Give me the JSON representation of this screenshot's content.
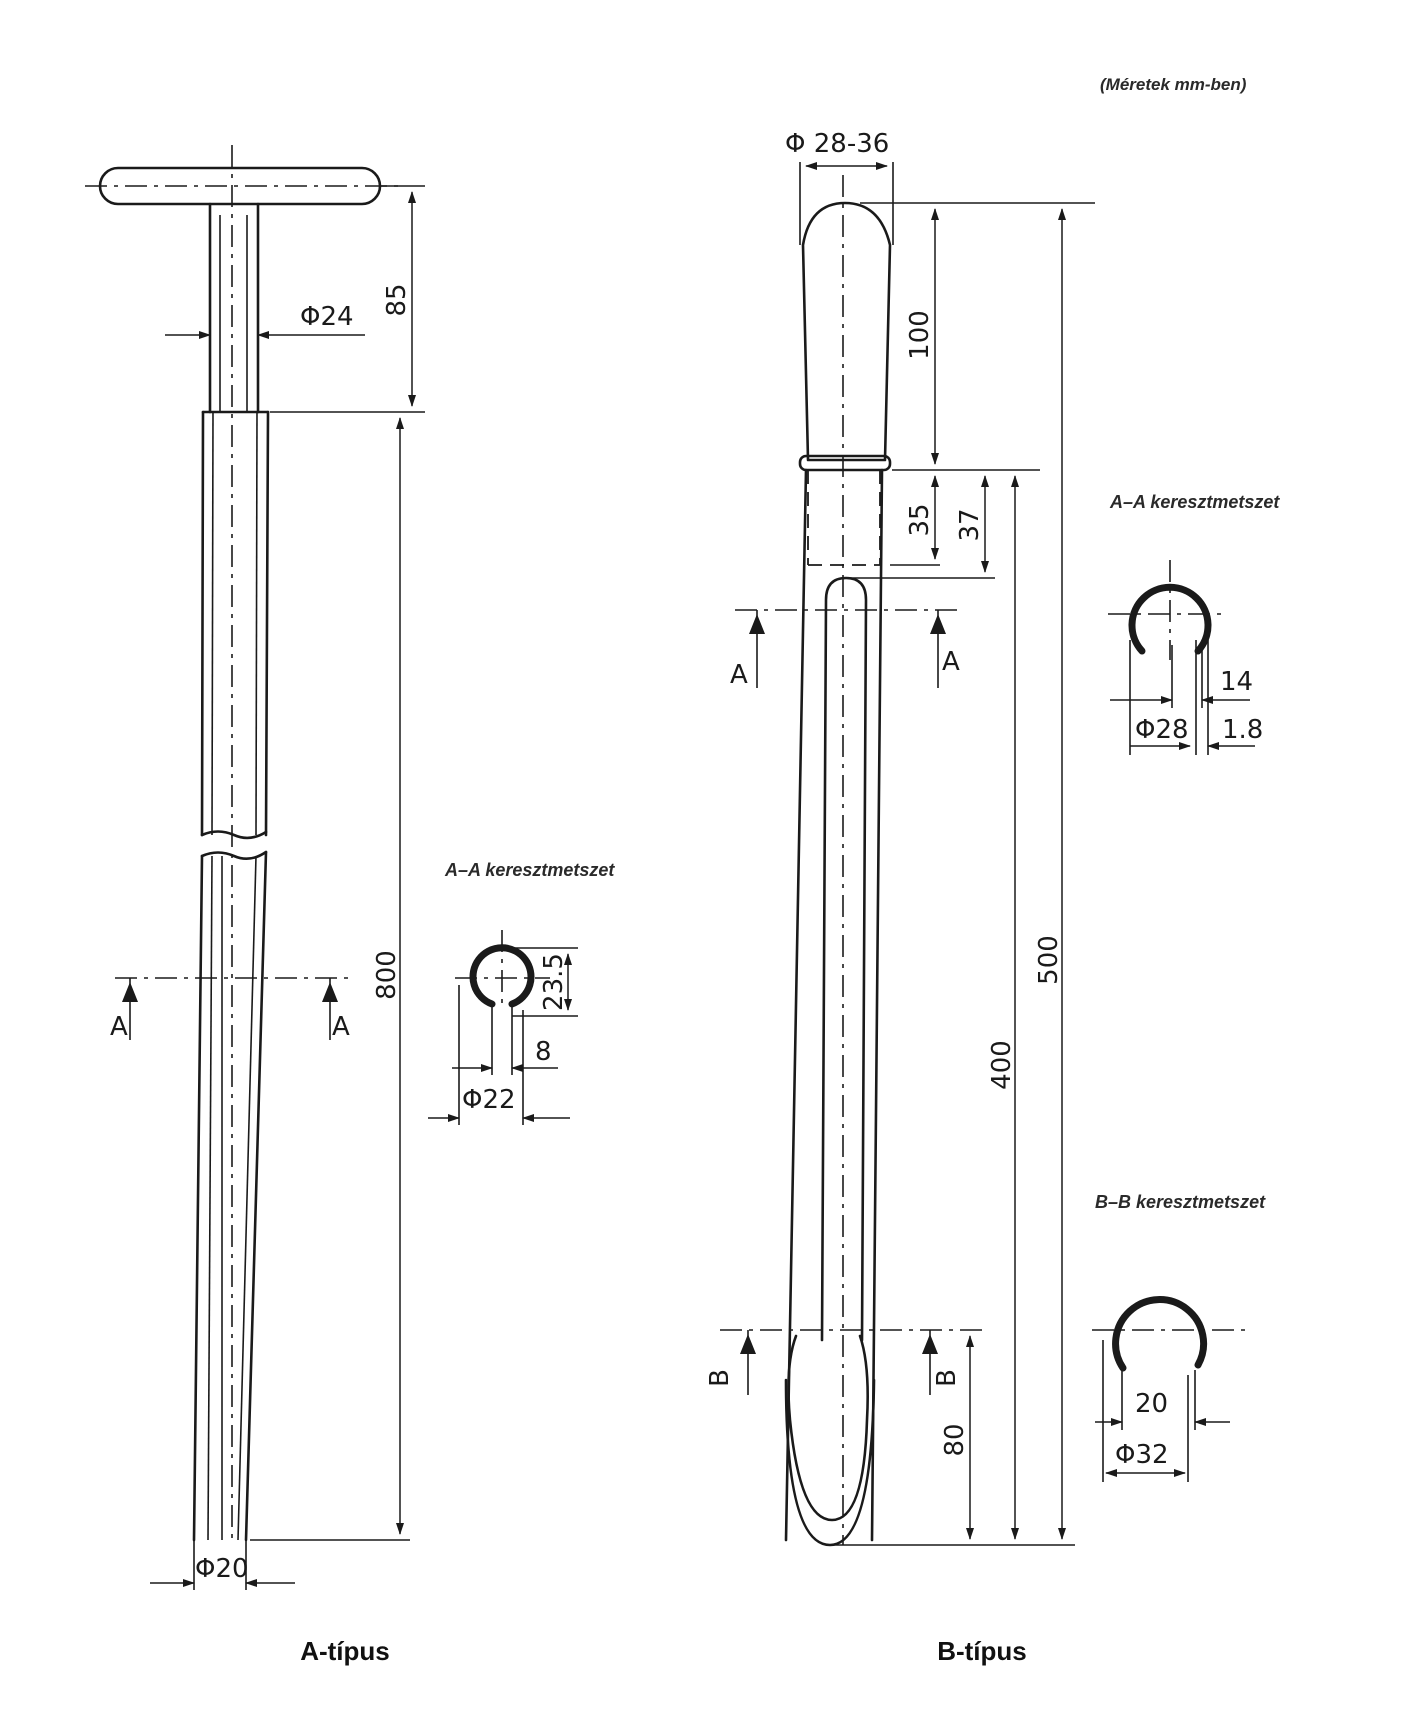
{
  "units_note": "(Méretek mm-ben)",
  "type_a": {
    "caption": "A-típus",
    "dims": {
      "d_handle": "Φ24",
      "h_handle": "85",
      "total": "800",
      "d_tip": "Φ20"
    },
    "cut_label": "A",
    "section": {
      "title": "A–A keresztmetszet",
      "dims": {
        "height": "23.5",
        "slot": "8",
        "diameter": "Φ22"
      }
    }
  },
  "type_b": {
    "caption": "B-típus",
    "dims": {
      "d_handle": "Φ 28-36",
      "h_handle": "100",
      "d1": "35",
      "d2": "37",
      "l400": "400",
      "l500": "500",
      "l80": "80"
    },
    "cut_a": "A",
    "cut_b": "B",
    "section_a": {
      "title": "A–A keresztmetszet",
      "dims": {
        "slot": "14",
        "diameter": "Φ28",
        "wall": "1.8"
      }
    },
    "section_b": {
      "title": "B–B keresztmetszet",
      "dims": {
        "slot": "20",
        "diameter": "Φ32"
      }
    }
  }
}
